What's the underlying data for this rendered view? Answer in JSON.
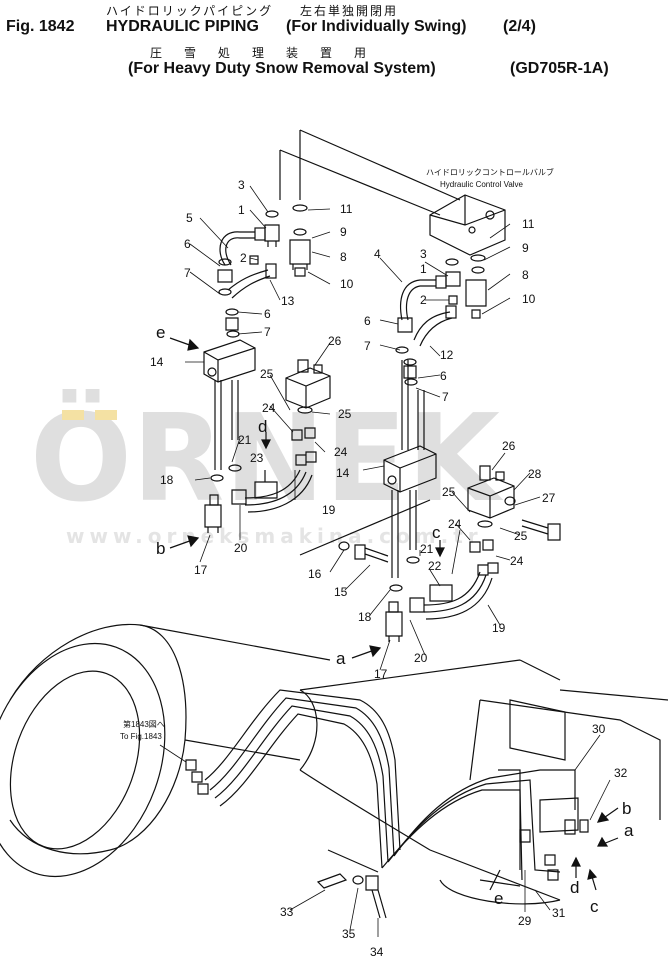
{
  "header": {
    "jp_line1": "ハイドロリックパイピング",
    "jp_paren1": "左右単独開閉用",
    "fig_prefix": "Fig. 1842",
    "title": "HYDRAULIC PIPING",
    "paren1": "(For Individually Swing)",
    "sheet": "(2/4)",
    "jp_paren2": "圧雪処理装置用",
    "paren2": "(For Heavy Duty Snow Removal System)",
    "model": "(GD705R-1A)"
  },
  "valve_label": {
    "jp": "ハイドロリックコントロールバルブ",
    "en": "Hydraulic Control Valve"
  },
  "fig_ref": {
    "jp": "第1843図へ",
    "en": "To Fig.1843"
  },
  "watermark": {
    "brand": "ÖRNEK",
    "url": "www.orneksmakina.com.tr"
  },
  "part_numbers": [
    "1",
    "2",
    "3",
    "4",
    "5",
    "6",
    "7",
    "8",
    "9",
    "10",
    "11",
    "12",
    "13",
    "14",
    "15",
    "16",
    "17",
    "18",
    "19",
    "20",
    "21",
    "22",
    "23",
    "24",
    "25",
    "26",
    "27",
    "28",
    "29",
    "30",
    "31",
    "32",
    "33",
    "34",
    "35"
  ],
  "view_letters": [
    "a",
    "b",
    "c",
    "d",
    "e"
  ],
  "colors": {
    "line": "#111111",
    "watermark": "#d9d9d9",
    "watermark_dots": "#f2d98a"
  }
}
